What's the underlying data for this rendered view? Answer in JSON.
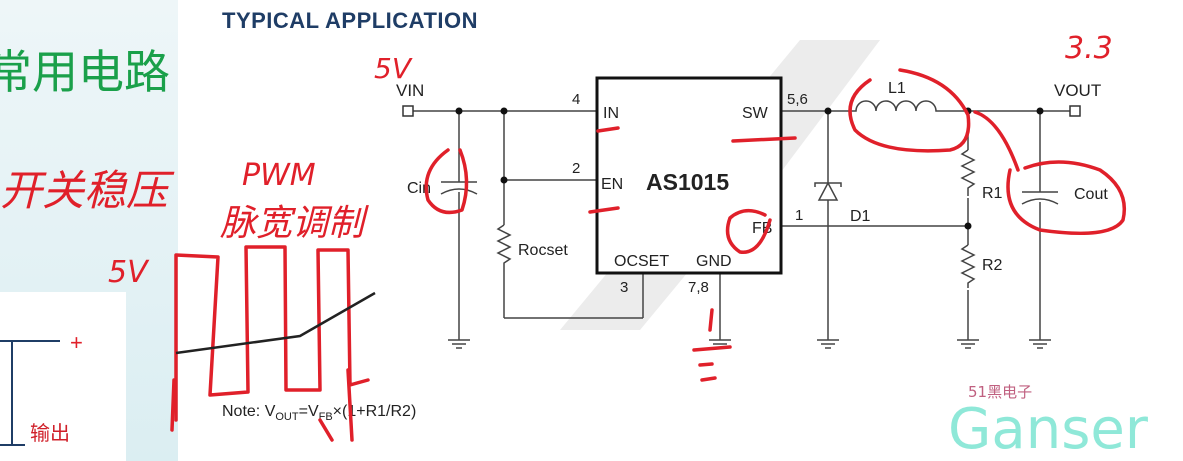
{
  "slide": {
    "title": "TYPICAL APPLICATION",
    "heading_cn": "常用电路",
    "note": {
      "prefix": "Note: V",
      "out_sub": "OUT",
      "eq": "=V",
      "fb_sub": "FB",
      "rest": "×(1+R1/R2)"
    },
    "left_labels": {
      "plus": "+",
      "output_cn": "输出"
    },
    "watermark_cn": "51黑电子",
    "watermark_en": "Ganser"
  },
  "schematic": {
    "ic_name": "AS1015",
    "pins": {
      "in": "IN",
      "en": "EN",
      "sw": "SW",
      "fb": "FB",
      "ocset": "OCSET",
      "gnd": "GND"
    },
    "pin_numbers": {
      "in": "4",
      "en": "2",
      "sw": "5,6",
      "fb": "1",
      "ocset": "3",
      "gnd": "7,8"
    },
    "labels": {
      "vin": "VIN",
      "vout": "VOUT",
      "cin": "Cin",
      "rocset": "Rocset",
      "l1": "L1",
      "d1": "D1",
      "r1": "R1",
      "r2": "R2",
      "cout": "Cout"
    }
  },
  "annotations": {
    "vin_value": "5V",
    "vout_value": "3.3",
    "switching_regulator_cn": "开关稳压",
    "pwm": "PWM",
    "pwm_cn": "脉宽调制",
    "pulse_level": "5V",
    "ink_color": "#e0202a"
  }
}
